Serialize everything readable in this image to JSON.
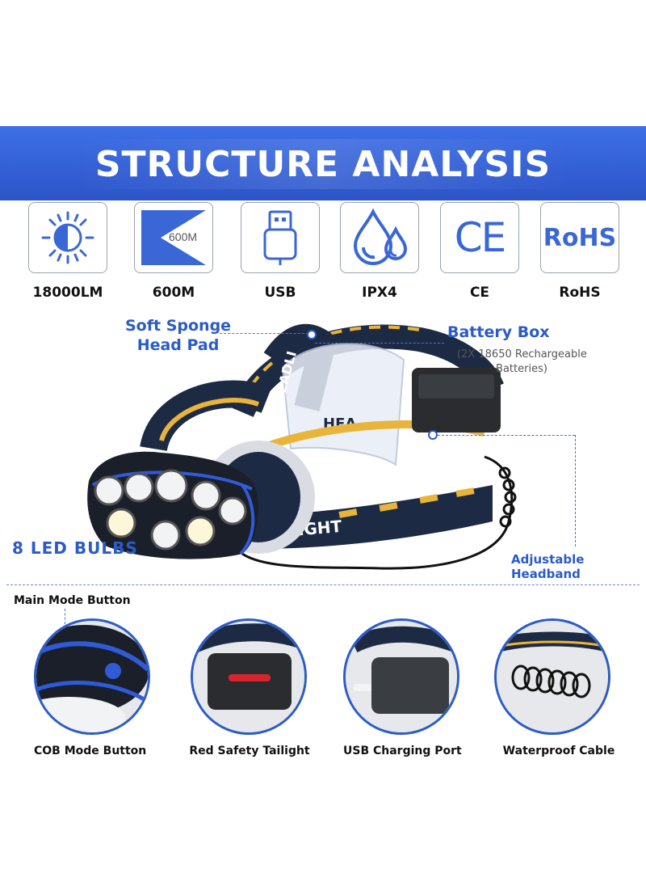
{
  "banner": {
    "title": "STRUCTURE ANALYSIS"
  },
  "features": [
    {
      "icon": "sun-icon",
      "label": "18000LM"
    },
    {
      "icon": "beam-range-icon",
      "icon_text": "600M",
      "label": "600M"
    },
    {
      "icon": "usb-icon",
      "label": "USB"
    },
    {
      "icon": "water-drops-icon",
      "label": "IPX4"
    },
    {
      "icon": "ce-mark-icon",
      "icon_text": "CE",
      "label": "CE"
    },
    {
      "icon": "rohs-icon",
      "icon_text": "RoHS",
      "label": "RoHS"
    }
  ],
  "product": {
    "sponge_pad": "Soft Sponge\nHead Pad",
    "battery_box": "Battery Box",
    "battery_note": "(2X 18650 Rechargeable\nBatteries)",
    "led_bulbs": "8 LED BULBS",
    "headband": "Adjustable  Headband",
    "strap_text_top": "HEADLI",
    "strap_text_mid": "HEA",
    "strap_text_bottom": "OLIGHT"
  },
  "details": {
    "main_button": "Main Mode Button",
    "items": [
      {
        "icon": "cob-button-closeup",
        "label": "COB Mode Button"
      },
      {
        "icon": "tailight-closeup",
        "label": "Red Safety  Tailight"
      },
      {
        "icon": "usb-port-closeup",
        "label": "USB Charging Port"
      },
      {
        "icon": "cable-closeup",
        "label": "Waterproof Cable"
      }
    ]
  },
  "colors": {
    "accent": "#2b5bc8",
    "banner": "#3462d8",
    "strap": "#1d2a44",
    "yellow": "#e9b43a"
  }
}
